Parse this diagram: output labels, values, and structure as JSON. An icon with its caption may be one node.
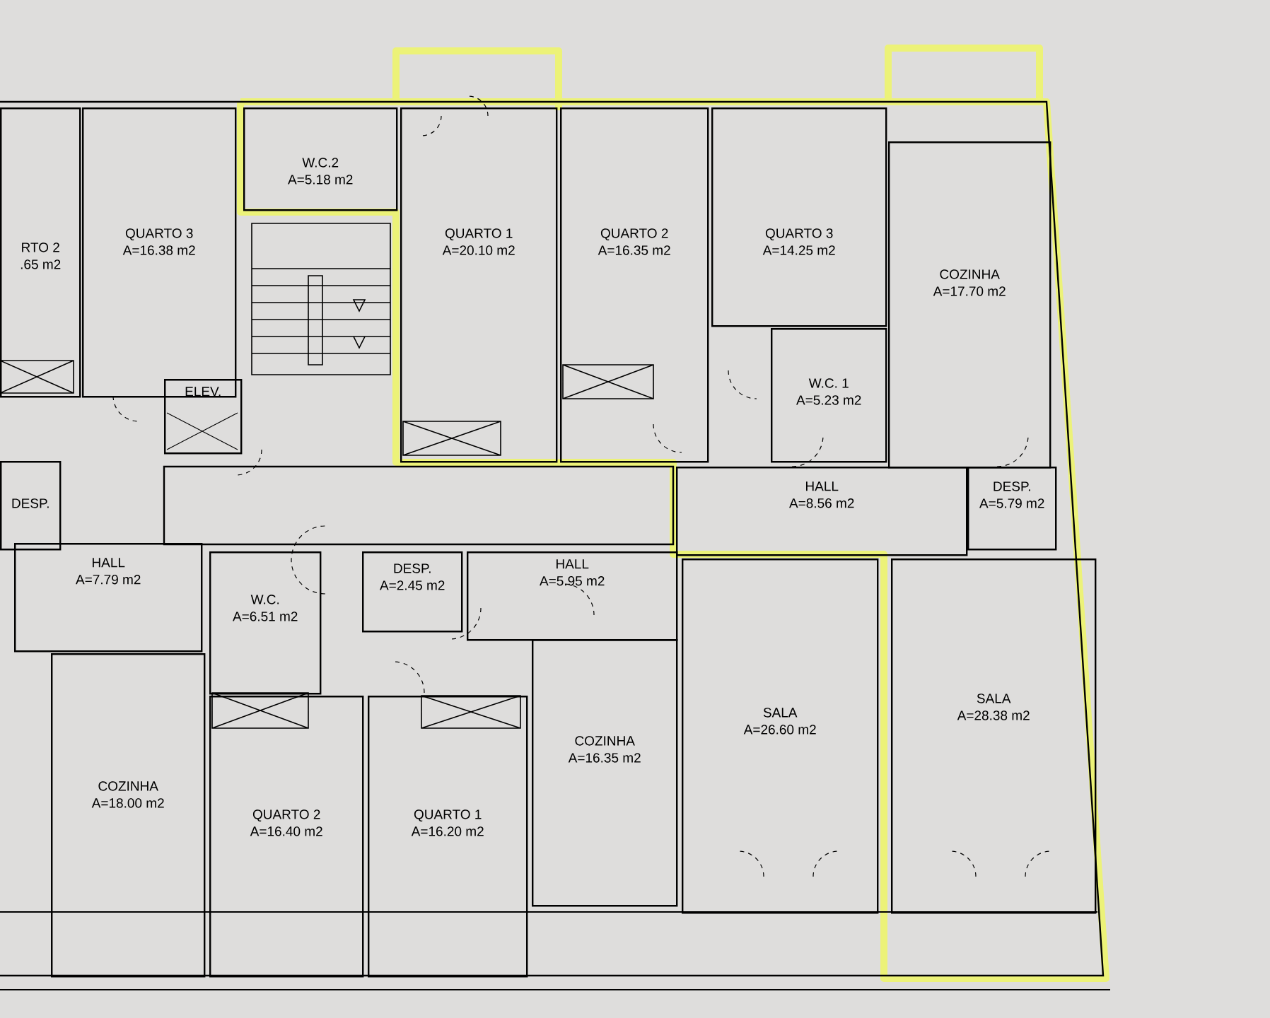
{
  "diagram": {
    "nodes": [
      {
        "text": [
          "RTO 2",
          ".65 m2"
        ]
      },
      {
        "text": [
          "QUARTO 3",
          "A=16.38 m2"
        ]
      },
      {
        "text": [
          "W.C.2",
          "A=5.18 m2"
        ]
      },
      {
        "text": [
          "QUARTO 1",
          "A=20.10 m2"
        ]
      },
      {
        "text": [
          "QUARTO 2",
          "A=16.35 m2"
        ]
      },
      {
        "text": [
          "QUARTO 3",
          "A=14.25 m2"
        ]
      },
      {
        "text": [
          "COZINHA",
          "A=17.70 m2"
        ]
      },
      {
        "text": [
          "ELEV."
        ]
      },
      {
        "text": [
          "W.C. 1",
          "A=5.23 m2"
        ]
      },
      {
        "text": [
          "DESP."
        ]
      },
      {
        "text": [
          "HALL",
          "A=8.56 m2"
        ]
      },
      {
        "text": [
          "DESP.",
          "A=5.79 m2"
        ]
      },
      {
        "text": [
          "HALL",
          "A=7.79 m2"
        ]
      },
      {
        "text": [
          "W.C.",
          "A=6.51 m2"
        ]
      },
      {
        "text": [
          "DESP.",
          "A=2.45 m2"
        ]
      },
      {
        "text": [
          "HALL",
          "A=5.95 m2"
        ]
      },
      {
        "text": [
          "SALA",
          "A=26.60 m2"
        ]
      },
      {
        "text": [
          "SALA",
          "A=28.38 m2"
        ]
      },
      {
        "text": [
          "COZINHA",
          "A=18.00 m2"
        ]
      },
      {
        "text": [
          "QUARTO 2",
          "A=16.40 m2"
        ]
      },
      {
        "text": [
          "QUARTO 1",
          "A=16.20 m2"
        ]
      },
      {
        "text": [
          "COZINHA",
          "A=16.35 m2"
        ]
      }
    ]
  }
}
